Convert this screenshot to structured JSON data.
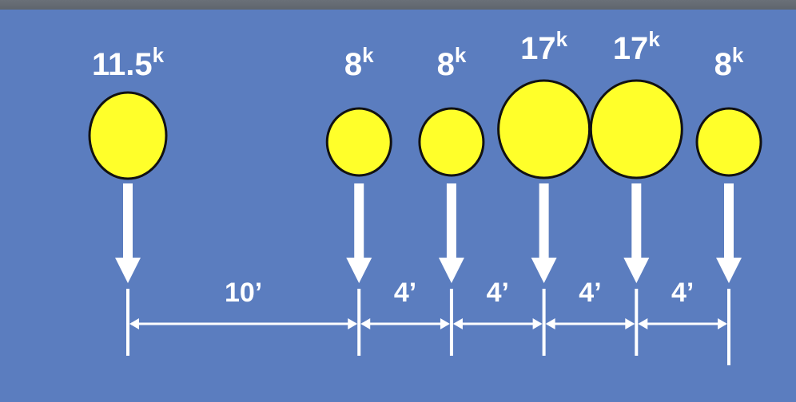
{
  "loads": [
    {
      "value": "11.5",
      "unit": "k",
      "size": "medium"
    },
    {
      "value": "8",
      "unit": "k",
      "size": "small"
    },
    {
      "value": "8",
      "unit": "k",
      "size": "small"
    },
    {
      "value": "17",
      "unit": "k",
      "size": "large"
    },
    {
      "value": "17",
      "unit": "k",
      "size": "large"
    },
    {
      "value": "8",
      "unit": "k",
      "size": "small"
    }
  ],
  "spacings": [
    {
      "label": "10’",
      "feet": 10
    },
    {
      "label": "4’",
      "feet": 4
    },
    {
      "label": "4’",
      "feet": 4
    },
    {
      "label": "4’",
      "feet": 4
    },
    {
      "label": "4’",
      "feet": 4
    }
  ],
  "colors": {
    "background": "#5b7dbf",
    "wheel_fill": "#ffff2a",
    "wheel_stroke": "#111111",
    "arrow": "#ffffff",
    "text": "#ffffff"
  }
}
